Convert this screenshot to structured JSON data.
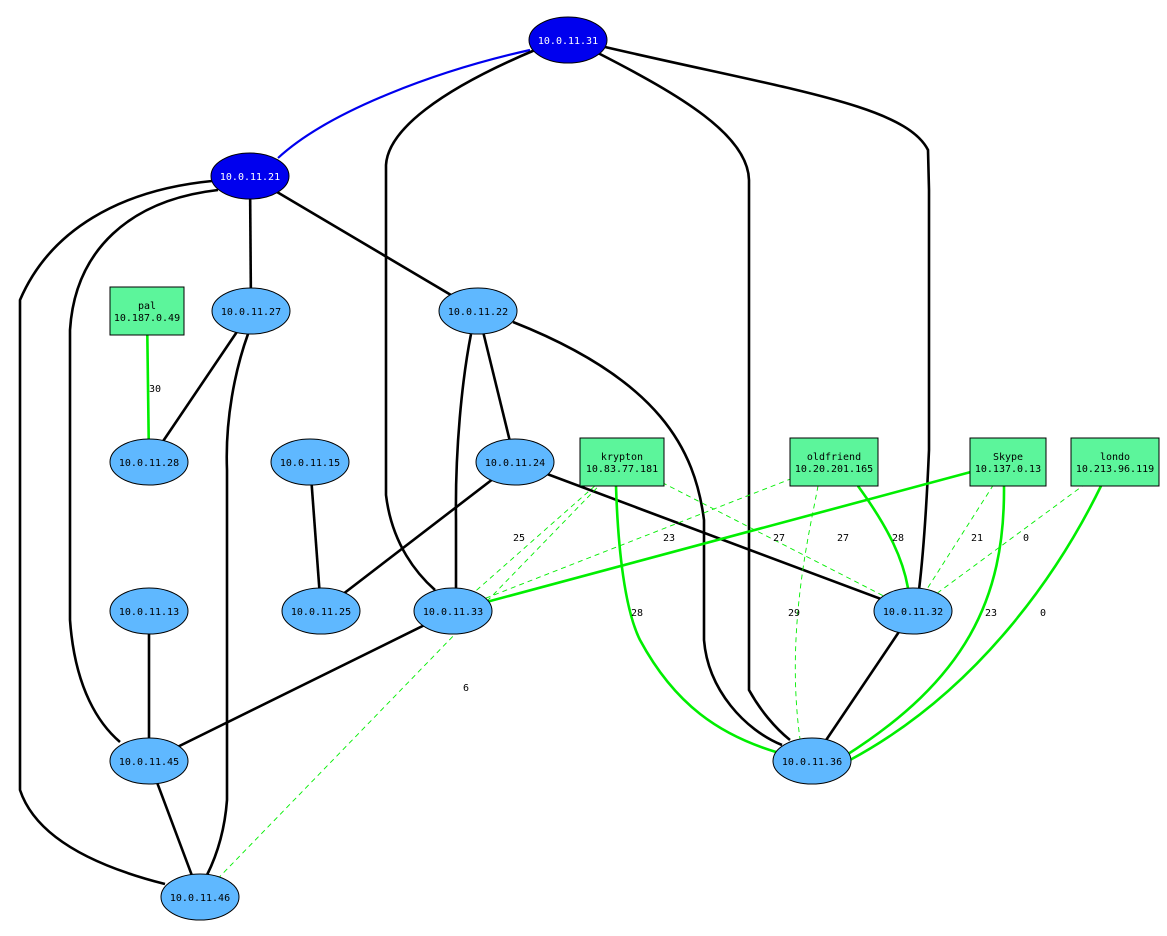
{
  "colors": {
    "router_fill": "#0000ee",
    "router_text": "#ffffff",
    "host_fill": "#5fb8ff",
    "host_text": "#000000",
    "external_fill": "#5cf59b",
    "external_text": "#000000",
    "mesh_link": "#000000",
    "uplink": "#0000ee",
    "flow_link": "#00ee00",
    "weak_flow_link": "#00ee00"
  },
  "nodes": {
    "r31": {
      "kind": "router",
      "lines": [
        "10.0.11.31"
      ]
    },
    "r21": {
      "kind": "router",
      "lines": [
        "10.0.11.21"
      ]
    },
    "n27": {
      "kind": "host",
      "lines": [
        "10.0.11.27"
      ]
    },
    "n22": {
      "kind": "host",
      "lines": [
        "10.0.11.22"
      ]
    },
    "n28": {
      "kind": "host",
      "lines": [
        "10.0.11.28"
      ]
    },
    "n15": {
      "kind": "host",
      "lines": [
        "10.0.11.15"
      ]
    },
    "n24": {
      "kind": "host",
      "lines": [
        "10.0.11.24"
      ]
    },
    "n13": {
      "kind": "host",
      "lines": [
        "10.0.11.13"
      ]
    },
    "n25": {
      "kind": "host",
      "lines": [
        "10.0.11.25"
      ]
    },
    "n33": {
      "kind": "host",
      "lines": [
        "10.0.11.33"
      ]
    },
    "n32": {
      "kind": "host",
      "lines": [
        "10.0.11.32"
      ]
    },
    "n45": {
      "kind": "host",
      "lines": [
        "10.0.11.45"
      ]
    },
    "n36": {
      "kind": "host",
      "lines": [
        "10.0.11.36"
      ]
    },
    "n46": {
      "kind": "host",
      "lines": [
        "10.0.11.46"
      ]
    },
    "pal": {
      "kind": "external",
      "lines": [
        "pal",
        "10.187.0.49"
      ]
    },
    "krypton": {
      "kind": "external",
      "lines": [
        "krypton",
        "10.83.77.181"
      ]
    },
    "oldfriend": {
      "kind": "external",
      "lines": [
        "oldfriend",
        "10.20.201.165"
      ]
    },
    "skype": {
      "kind": "external",
      "lines": [
        "Skype",
        "10.137.0.13"
      ]
    },
    "londo": {
      "kind": "external",
      "lines": [
        "londo",
        "10.213.96.119"
      ]
    }
  },
  "edges": [
    {
      "from": "r31",
      "to": "r21",
      "style": "uplink"
    },
    {
      "from": "r31",
      "to": "n33",
      "style": "mesh"
    },
    {
      "from": "r31",
      "to": "n36",
      "style": "mesh"
    },
    {
      "from": "r31",
      "to": "n32",
      "style": "mesh"
    },
    {
      "from": "r21",
      "to": "n27",
      "style": "mesh"
    },
    {
      "from": "r21",
      "to": "n22",
      "style": "mesh"
    },
    {
      "from": "r21",
      "to": "n45",
      "style": "mesh"
    },
    {
      "from": "r21",
      "to": "n46",
      "style": "mesh"
    },
    {
      "from": "n27",
      "to": "n28",
      "style": "mesh"
    },
    {
      "from": "n27",
      "to": "n46",
      "style": "mesh"
    },
    {
      "from": "n22",
      "to": "n24",
      "style": "mesh"
    },
    {
      "from": "n22",
      "to": "n33",
      "style": "mesh"
    },
    {
      "from": "n22",
      "to": "n36",
      "style": "mesh"
    },
    {
      "from": "n24",
      "to": "n25",
      "style": "mesh"
    },
    {
      "from": "n24",
      "to": "n32",
      "style": "mesh"
    },
    {
      "from": "n15",
      "to": "n25",
      "style": "mesh"
    },
    {
      "from": "n13",
      "to": "n45",
      "style": "mesh"
    },
    {
      "from": "n33",
      "to": "n45",
      "style": "mesh"
    },
    {
      "from": "n45",
      "to": "n46",
      "style": "mesh"
    },
    {
      "from": "n32",
      "to": "n36",
      "style": "mesh"
    },
    {
      "from": "pal",
      "to": "n28",
      "style": "flow",
      "label": "30"
    },
    {
      "from": "krypton",
      "to": "n36",
      "style": "flow",
      "label": "28"
    },
    {
      "from": "oldfriend",
      "to": "n32",
      "style": "flow",
      "label": "28"
    },
    {
      "from": "skype",
      "to": "n33",
      "style": "flow",
      "label": "27"
    },
    {
      "from": "skype",
      "to": "n36",
      "style": "flow",
      "label": "23"
    },
    {
      "from": "londo",
      "to": "n36",
      "style": "flow",
      "label": "0"
    },
    {
      "from": "krypton",
      "to": "n33",
      "style": "weak",
      "label": "25"
    },
    {
      "from": "krypton",
      "to": "n46",
      "style": "weak",
      "label": "6"
    },
    {
      "from": "krypton",
      "to": "n32",
      "style": "weak",
      "label": "27"
    },
    {
      "from": "oldfriend",
      "to": "n33",
      "style": "weak",
      "label": "23"
    },
    {
      "from": "oldfriend",
      "to": "n36",
      "style": "weak",
      "label": "29"
    },
    {
      "from": "skype",
      "to": "n32",
      "style": "weak",
      "label": "21"
    },
    {
      "from": "londo",
      "to": "n32",
      "style": "weak",
      "label": "0"
    }
  ]
}
